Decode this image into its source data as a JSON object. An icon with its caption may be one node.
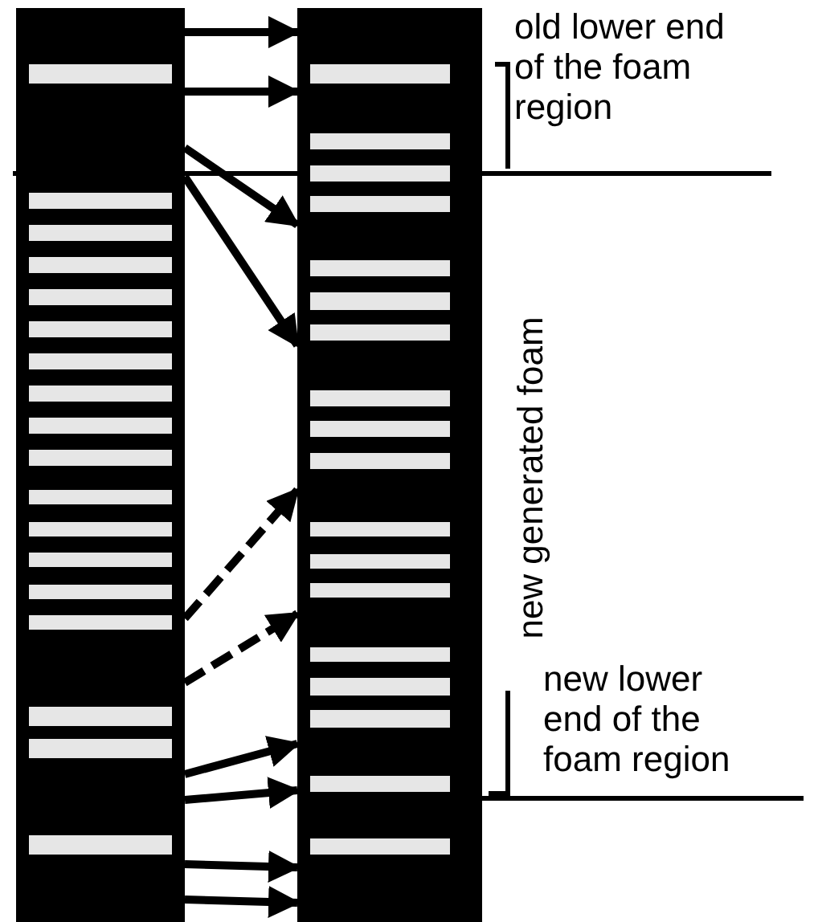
{
  "diagram": {
    "nodes": [
      {
        "text": [],
        "shape": "bar"
      },
      {
        "text": [],
        "shape": "bar"
      }
    ],
    "edges": [
      {
        "from": 0,
        "to": 1,
        "arrow": "to"
      },
      {
        "from": 0,
        "to": 1,
        "arrow": "to"
      },
      {
        "from": 0,
        "to": 1,
        "arrow": "to"
      },
      {
        "from": 0,
        "to": 1,
        "arrow": "to"
      },
      {
        "from": 0,
        "to": 1,
        "arrow": "to",
        "style": "dashed"
      },
      {
        "from": 0,
        "to": 1,
        "arrow": "to",
        "style": "dashed"
      },
      {
        "from": 0,
        "to": 1,
        "arrow": "to"
      },
      {
        "from": 0,
        "to": 1,
        "arrow": "to"
      },
      {
        "from": 0,
        "to": 1,
        "arrow": "to"
      },
      {
        "from": 0,
        "to": 1,
        "arrow": "to"
      }
    ],
    "labels": [
      "old lower end of the foam region",
      "new generated foam",
      "new lower end of the foam region"
    ]
  }
}
